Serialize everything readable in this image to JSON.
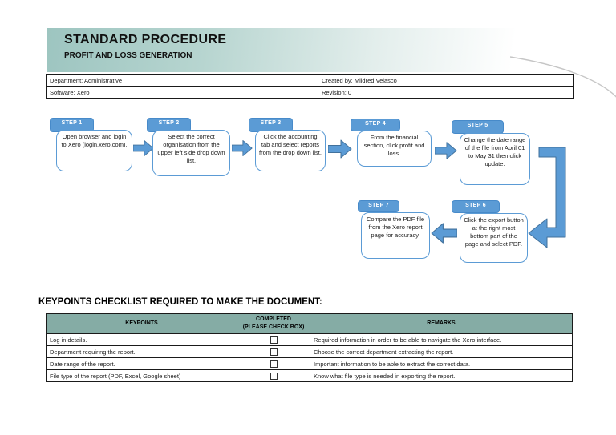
{
  "banner": {
    "title": "STANDARD PROCEDURE",
    "subtitle": "PROFIT AND LOSS GENERATION"
  },
  "info_table": {
    "rows": [
      {
        "cells": [
          "Department:  Administrative",
          "Created by: Mildred Velasco"
        ]
      },
      {
        "cells": [
          "Software:  Xero",
          "Revision: 0"
        ]
      }
    ]
  },
  "flowchart": {
    "steps": [
      {
        "label": "STEP 1",
        "text": "Open browser and login to Xero (login.xero.com)."
      },
      {
        "label": "STEP 2",
        "text": "Select the correct organisation from the upper left side drop down list."
      },
      {
        "label": "STEP 3",
        "text": "Click the accounting tab and select reports from the drop down list."
      },
      {
        "label": "STEP 4",
        "text": "From the financial section, click profit and loss."
      },
      {
        "label": "STEP 5",
        "text": "Change the date range of the file from April 01 to May 31 then click update."
      },
      {
        "label": "STEP 6",
        "text": "Click the export button at the right most bottom part of the page and select PDF."
      },
      {
        "label": "STEP 7",
        "text": "Compare the PDF file from the Xero report page for accuracy."
      }
    ],
    "icons": {
      "right_arrow": "right-block-arrow",
      "left_arrow": "left-block-arrow",
      "elbow": "elbow-connector-arrow"
    }
  },
  "checklist": {
    "heading": "KEYPOINTS CHECKLIST REQUIRED TO MAKE THE DOCUMENT:",
    "columns": {
      "keypoints": "KEYPOINTS",
      "completed_line1": "COMPLETED",
      "completed_line2": "(PLEASE CHECK BOX)",
      "remarks": "REMARKS"
    },
    "rows": [
      {
        "keypoint": "Log in details.",
        "checked": false,
        "remark": "Required information in order to be able to navigate the Xero interface."
      },
      {
        "keypoint": "Department requiring the report.",
        "checked": false,
        "remark": "Choose the correct department extracting the report."
      },
      {
        "keypoint": "Date range of the report.",
        "checked": false,
        "remark": "Important information  to be able to extract the correct data."
      },
      {
        "keypoint": "File type of the report (PDF, Excel, Google sheet)",
        "checked": false,
        "remark": "Know what file type is needed in exporting the report."
      }
    ]
  },
  "colors": {
    "accent_blue": "#5b9bd5",
    "arrow_border": "#41719c",
    "banner_teal": "#9dc5c0",
    "table_header_teal": "#85aca5"
  }
}
